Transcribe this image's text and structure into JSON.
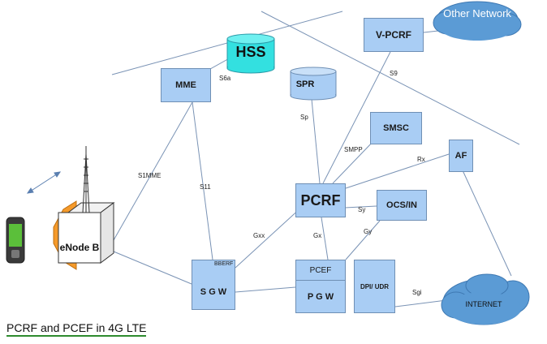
{
  "nodes": {
    "vpcrf": "V-PCRF",
    "other_network": "Other Network",
    "hss": "HSS",
    "mme": "MME",
    "spr": "SPR",
    "smsc": "SMSC",
    "af": "AF",
    "pcrf": "PCRF",
    "ocs": "OCS/IN",
    "enodeb": "eNode B",
    "sgw": "S G W",
    "pcef": "PCEF",
    "pgw": "P G W",
    "dpi": "DPI/ UDR",
    "internet": "INTERNET"
  },
  "interfaces": {
    "s6a": "S6a",
    "s9": "S9",
    "sp": "Sp",
    "smpp": "SMPP",
    "rx": "Rx",
    "s1mme": "S1MME",
    "s11": "S11",
    "sy": "Sy",
    "gxx": "Gxx",
    "gx": "Gx",
    "gy": "Gy",
    "bberf": "BBERF",
    "sgi": "Sgi"
  },
  "caption": "PCRF and PCEF in 4G LTE",
  "colors": {
    "box_fill": "#a9cdf4",
    "box_border": "#6f8fb4",
    "cloud_fill": "#5b9bd5",
    "hss_fill": "#33e0e0",
    "cube_face": "#ffffff",
    "hex_fill": "#f59a2a",
    "caption_underline": "#2e8b2e"
  },
  "icons": [
    "mobile-phone-icon",
    "antenna-tower-icon",
    "double-arrow-icon"
  ]
}
